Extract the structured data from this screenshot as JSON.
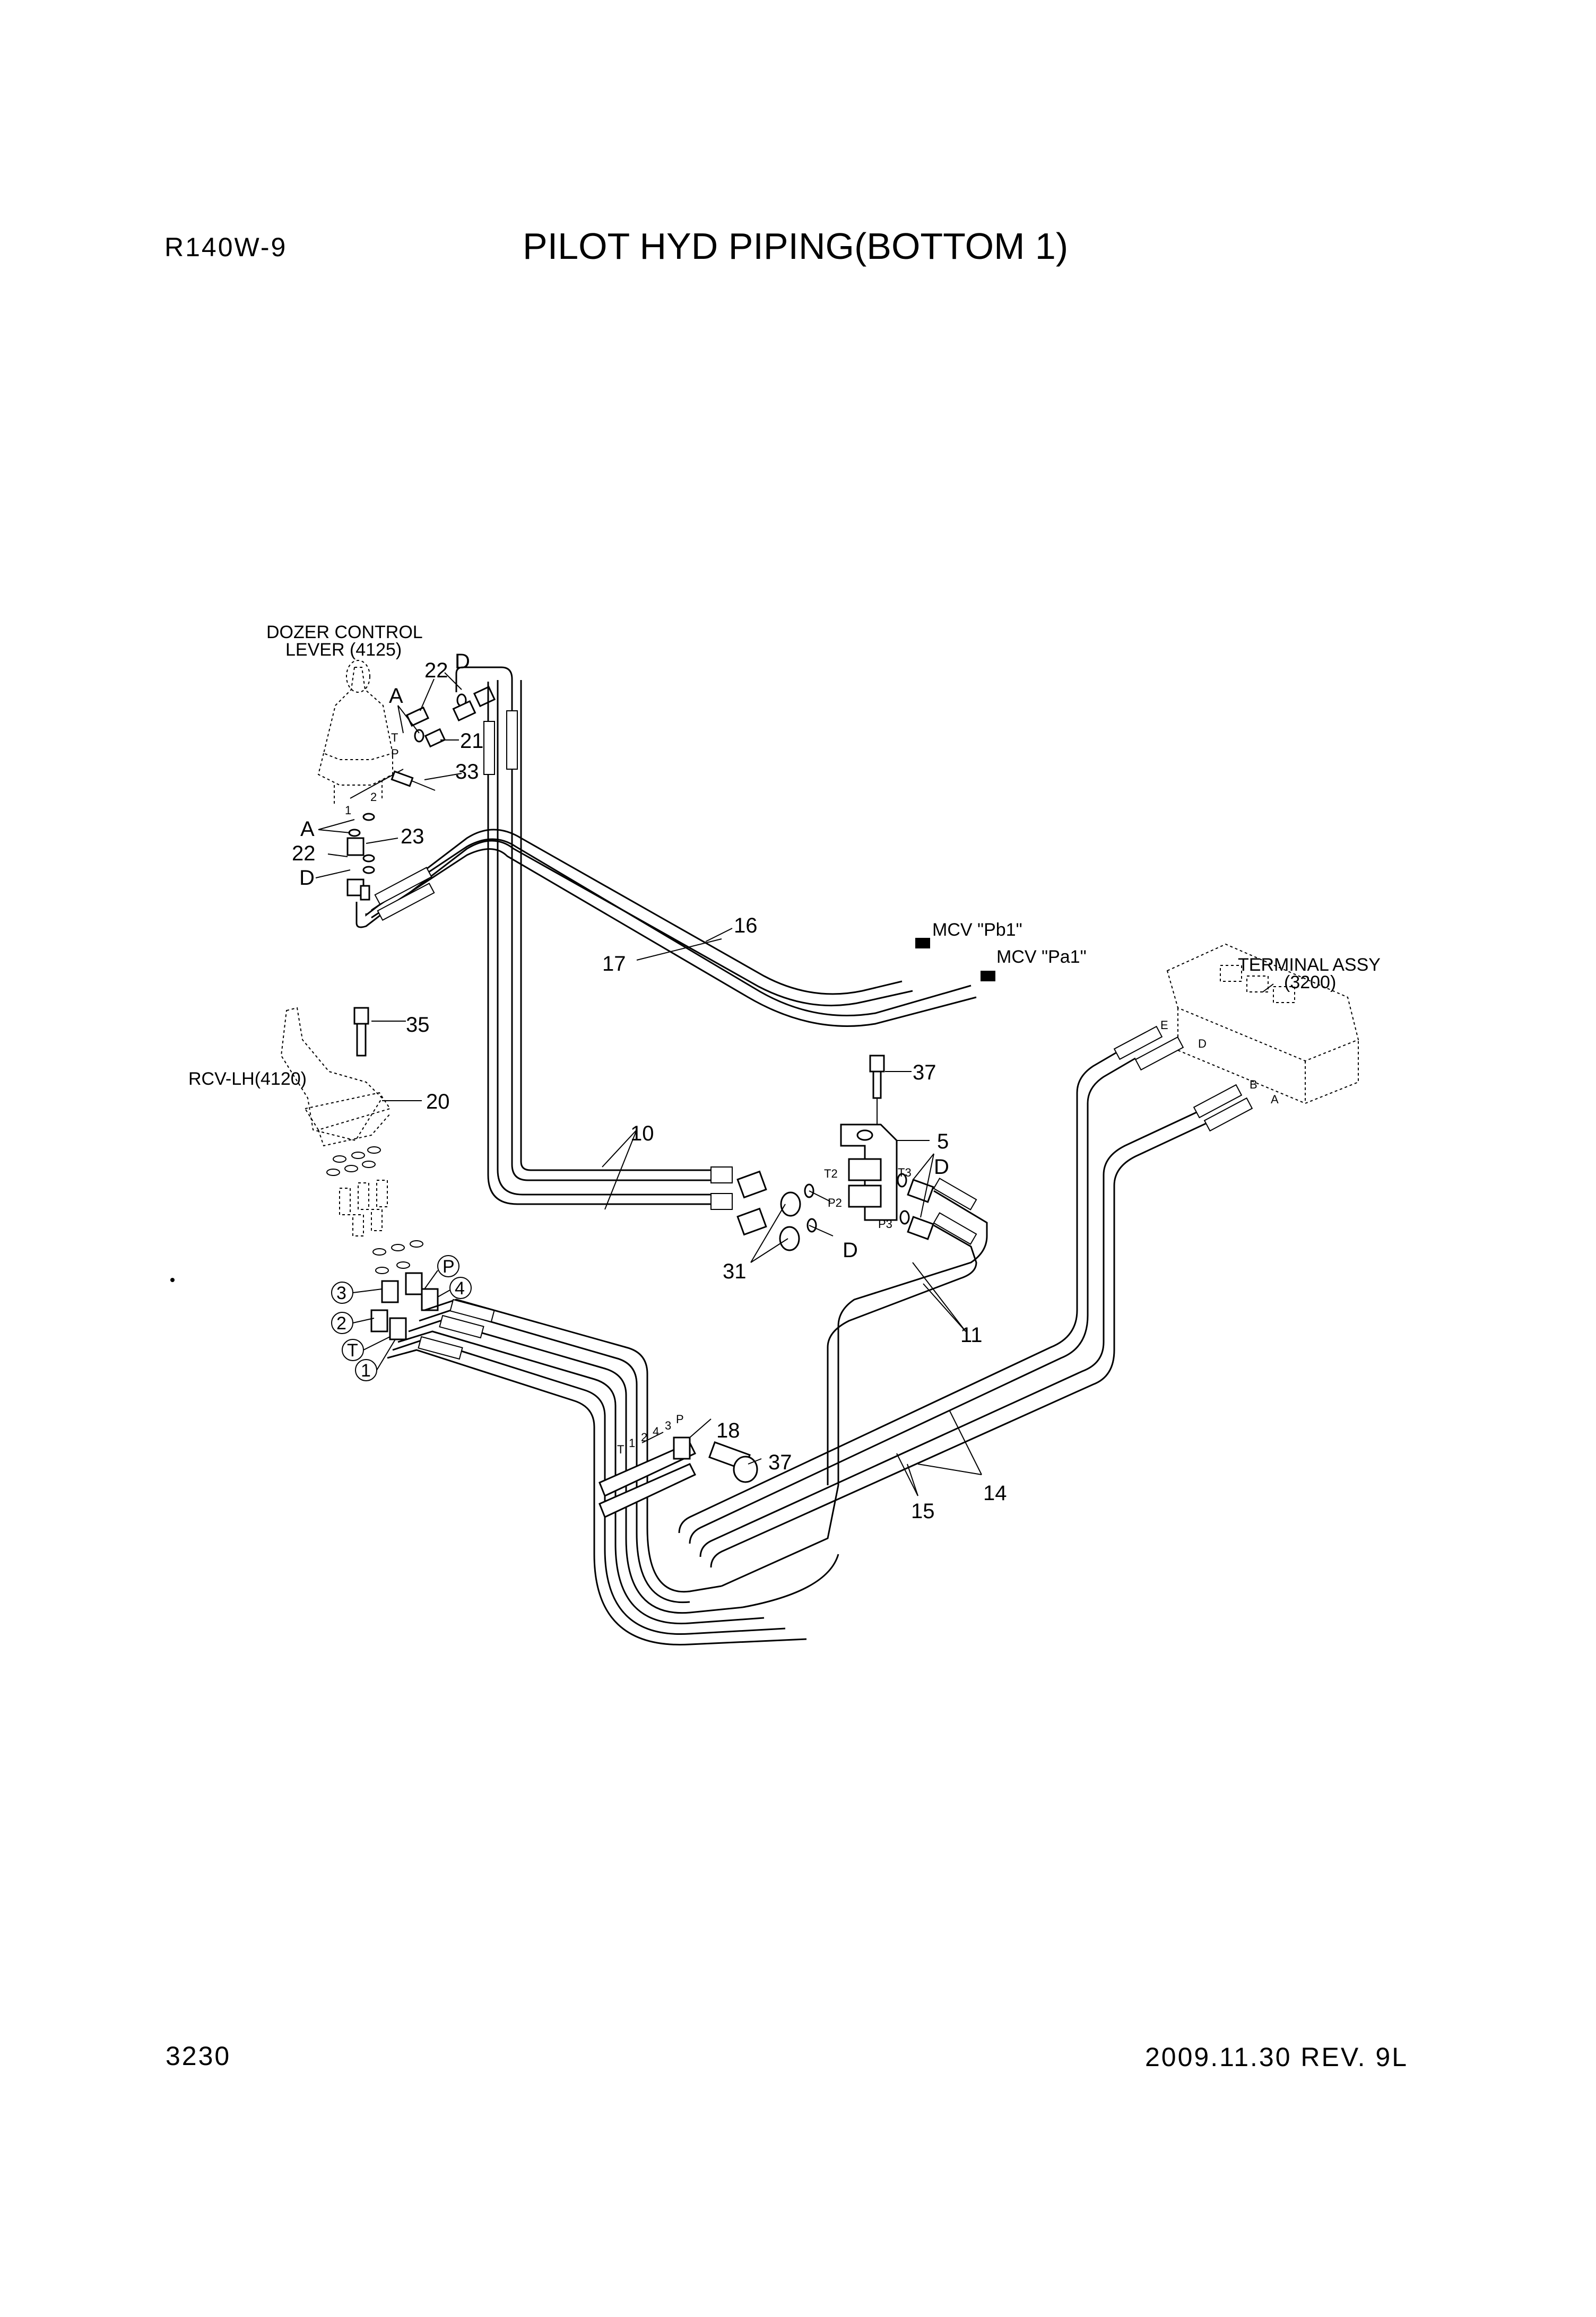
{
  "header": {
    "model": "R140W-9",
    "title": "PILOT HYD PIPING(BOTTOM 1)"
  },
  "footer": {
    "page_number": "3230",
    "revision": "2009.11.30 REV. 9L"
  },
  "diagram": {
    "components": {
      "dozer_lever_line1": "DOZER CONTROL",
      "dozer_lever_line2": "LEVER (4125)",
      "rcv_lh": "RCV-LH(4120)",
      "terminal_line1": "TERMINAL ASSY",
      "terminal_line2": "(3200)",
      "mcv_pb1": "MCV \"Pb1\"",
      "mcv_pa1": "MCV \"Pa1\""
    },
    "callouts": {
      "n5": "5",
      "n10": "10",
      "n11": "11",
      "n14": "14",
      "n15": "15",
      "n16": "16",
      "n17": "17",
      "n18": "18",
      "n20": "20",
      "n21": "21",
      "n22a": "22",
      "n22b": "22",
      "n23": "23",
      "n31": "31",
      "n33": "33",
      "n35": "35",
      "n37a": "37",
      "n37b": "37",
      "portA1": "A",
      "portA2": "A",
      "portD1": "D",
      "portD2": "D",
      "portD3": "D",
      "portD4": "D"
    },
    "circled_ports": {
      "c3": "3",
      "c2": "2",
      "cT": "T",
      "c1": "1",
      "cP": "P",
      "c4": "4"
    },
    "small_labels": {
      "t2": "T2",
      "p2": "P2",
      "t3": "T3",
      "p3": "P3",
      "termE": "E",
      "termD": "D",
      "termB": "B",
      "termA": "A",
      "hoseT": "T",
      "hose1": "1",
      "hose2": "2",
      "hose4": "4",
      "hose3": "3",
      "hoseP": "P",
      "lvT": "T",
      "lvP": "P",
      "lv1": "1",
      "lv2": "2"
    }
  }
}
